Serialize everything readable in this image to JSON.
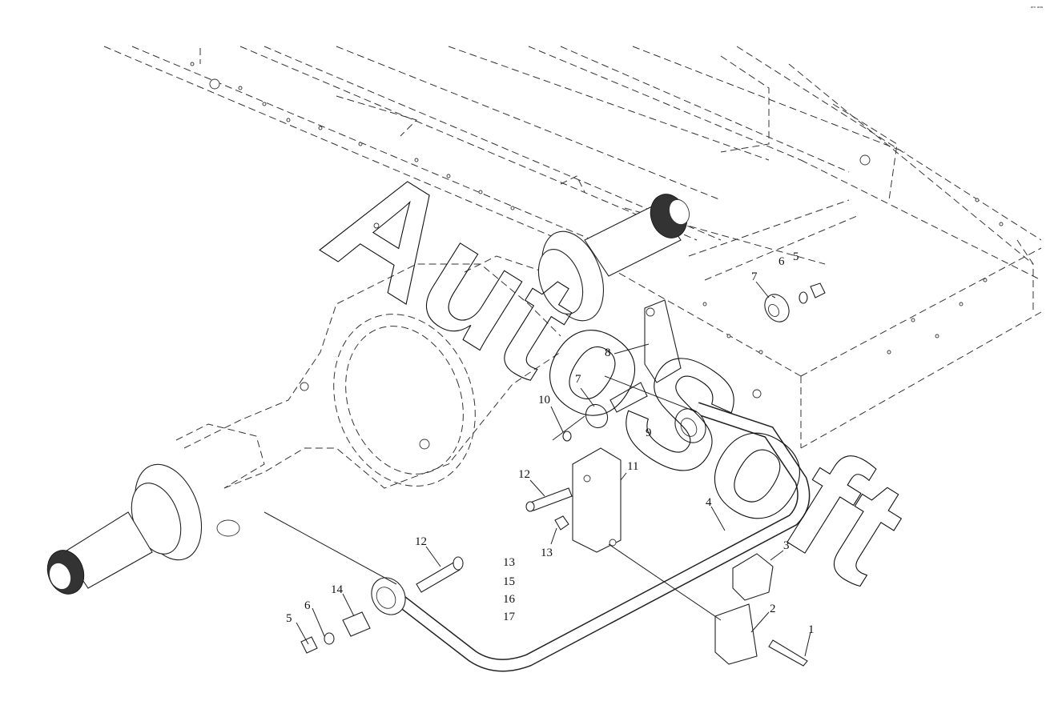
{
  "corner_mark": "ᵃᵐ ᵃᵃᵃ",
  "watermark": "AutoSoft",
  "callouts": [
    {
      "label": "1"
    },
    {
      "label": "2"
    },
    {
      "label": "3"
    },
    {
      "label": "4"
    },
    {
      "label": "5"
    },
    {
      "label": "6"
    },
    {
      "label": "7"
    },
    {
      "label": "5"
    },
    {
      "label": "6"
    },
    {
      "label": "7"
    },
    {
      "label": "8"
    },
    {
      "label": "9"
    },
    {
      "label": "10"
    },
    {
      "label": "11"
    },
    {
      "label": "12"
    },
    {
      "label": "13"
    },
    {
      "label": "12"
    },
    {
      "label": "14"
    },
    {
      "label": "13"
    },
    {
      "label": "15"
    },
    {
      "label": "16"
    },
    {
      "label": "17"
    }
  ]
}
